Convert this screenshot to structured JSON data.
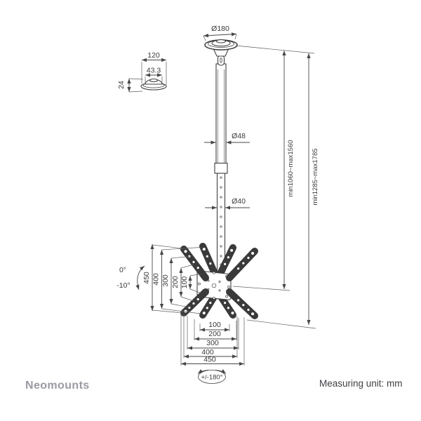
{
  "drawing": {
    "detail_view": {
      "width_label": "120",
      "inner_width_label": "43.3",
      "height_label": "24"
    },
    "ceiling_plate_diameter_label": "Ø180",
    "upper_pole_diameter_label": "Ø48",
    "lower_pole_diameter_label": "Ø40",
    "height_range_inner_label": "min1060~max1560",
    "height_range_outer_label": "min1285~max1785",
    "vesa_vertical_labels": [
      "450",
      "400",
      "300",
      "200",
      "100"
    ],
    "vesa_horizontal_labels": [
      "100",
      "200",
      "300",
      "400",
      "450"
    ],
    "tilt_upper_label": "0°",
    "tilt_lower_label": "-10°",
    "rotation_label": "+/-180°"
  },
  "footer": {
    "brand": "Neomounts",
    "unit_note": "Measuring unit: mm"
  },
  "colors": {
    "background": "#ffffff",
    "line_color": "#474747",
    "arm_color": "#3a3a3a",
    "brand_gray": "#9a9aa2",
    "note_color": "#3f3f46"
  }
}
